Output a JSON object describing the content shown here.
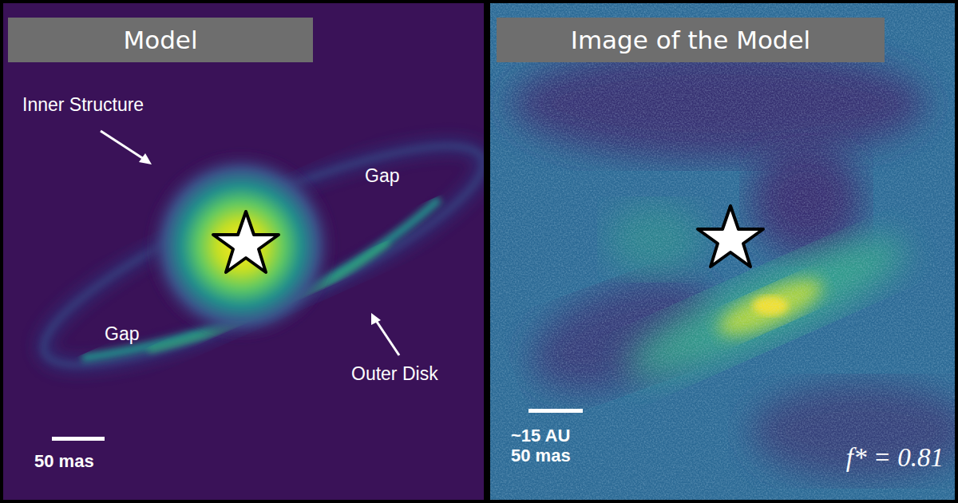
{
  "diagram": {
    "nodes": [
      {
        "text": [
          "Model"
        ]
      },
      {
        "text": [
          "Image of the Model"
        ]
      }
    ],
    "labels": [
      "Inner Structure",
      "Gap",
      "Gap",
      "Outer Disk",
      "50 mas",
      "~15 AU",
      "50 mas",
      "f* = 0.81"
    ]
  }
}
